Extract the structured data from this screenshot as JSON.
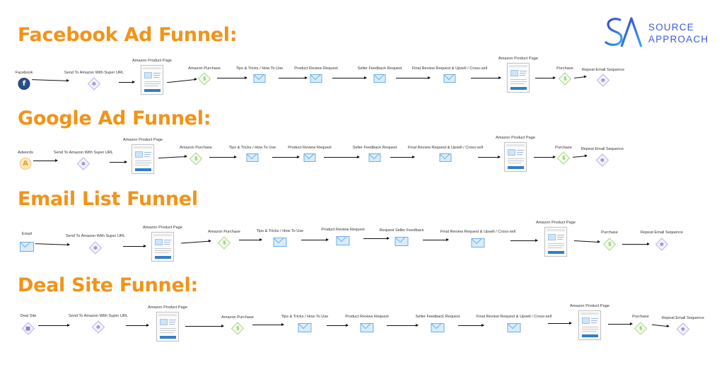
{
  "logo": {
    "line1": "SOURCE",
    "line2": "APPROACH",
    "mark": "SA"
  },
  "funnels": [
    {
      "title": "Facebook Ad Funnel:",
      "source": {
        "label": "Facebook",
        "icon": "facebook-icon"
      },
      "steps": {
        "send": "Send To Amazon With Super URL",
        "page1": "Amazon Product Page",
        "purchase1": "Amazon Purchase",
        "tips": "Tips & Tricks / How To Use",
        "review": "Product Review Request",
        "feedback": "Seller Feedback Request",
        "final": "Final Review Request & Upsell / Cross-sell",
        "page2": "Amazon Product Page",
        "purchase2": "Purchase",
        "repeat": "Repeat Email Sequence"
      }
    },
    {
      "title": "Google Ad Funnel:",
      "source": {
        "label": "Adwords",
        "icon": "adwords-icon"
      },
      "steps": {
        "send": "Send To Amazon With Super URL",
        "page1": "Amazon Product Page",
        "purchase1": "Amazon Purchase",
        "tips": "Tips & Tricks / How To Use",
        "review": "Product Review Request",
        "feedback": "Seller Feedback Request",
        "final": "Final Review Request & Upsell / Cross-sell",
        "page2": "Amazon Product Page",
        "purchase2": "Purchase",
        "repeat": "Repeat Email Sequence"
      }
    },
    {
      "title": "Email List Funnel",
      "source": {
        "label": "Email",
        "icon": "envelope-icon"
      },
      "steps": {
        "send": "Send To Amazon With Super URL",
        "page1": "Amazon Product Page",
        "purchase1": "Amazon Purchase",
        "tips": "Tips & Tricks / How To Use",
        "review": "Product Review Request",
        "feedback": "Request Seller Feedback",
        "final": "Final Review Request & Upsell / Cross-sell",
        "page2": "Amazon Product Page",
        "purchase2": "Purchase",
        "repeat": "Repeat Email Sequence"
      }
    },
    {
      "title": "Deal Site Funnel:",
      "source": {
        "label": "Deal Site",
        "icon": "deal-site-icon"
      },
      "steps": {
        "send": "Send To Amazon With Super URL",
        "page1": "Amazon Product Page",
        "purchase1": "Amazon Purchase",
        "tips": "Tips & Tricks / How To Use",
        "review": "Product Review Request",
        "feedback": "Seller Feedback Request",
        "final": "Final Review Request & Upsell / Cross-sell",
        "page2": "Amazon Product Page",
        "purchase2": "Purchase",
        "repeat": "Repeat Email Sequence"
      }
    }
  ],
  "colors": {
    "title": "#f29318",
    "logo": "#3b5bd9",
    "envelope": "#6aaee6",
    "purchase": "#7cbf4f",
    "sequence": "#7a6fd0"
  },
  "glyphs": {
    "dollar": "$",
    "gear": "✲",
    "facebook": "f",
    "adwords": "A"
  }
}
